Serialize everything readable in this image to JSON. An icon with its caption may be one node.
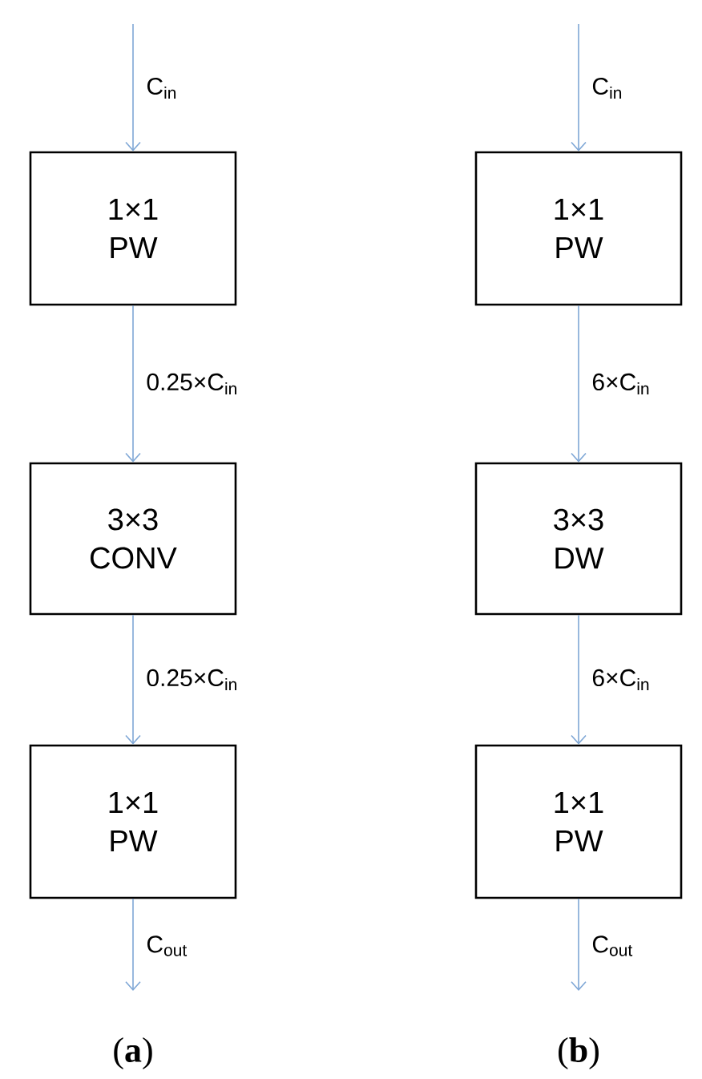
{
  "diagram": {
    "nodes": [
      {
        "text": [
          "1×1 PW"
        ]
      },
      {
        "text": [
          "3×3 CONV"
        ]
      },
      {
        "text": [
          "1×1 PW"
        ]
      },
      {
        "text": [
          "1×1 PW"
        ]
      },
      {
        "text": [
          "3×3 DW"
        ]
      },
      {
        "text": [
          "1×1 PW"
        ]
      }
    ],
    "edges": [
      {
        "from": null,
        "to": 0,
        "arrow": "to",
        "label": "C$_{in}$"
      },
      {
        "from": 0,
        "to": 1,
        "arrow": "to",
        "label": "0.25×C$_{in}$"
      },
      {
        "from": 1,
        "to": 2,
        "arrow": "to",
        "label": "0.25×C$_{in}$"
      },
      {
        "from": 2,
        "to": null,
        "arrow": "to",
        "label": "C$_{out}$"
      },
      {
        "from": null,
        "to": 3,
        "arrow": "to",
        "label": "C$_{in}$"
      },
      {
        "from": 3,
        "to": 4,
        "arrow": "to",
        "label": "6×C$_{in}$"
      },
      {
        "from": 4,
        "to": 5,
        "arrow": "to",
        "label": "6×C$_{in}$"
      },
      {
        "from": 5,
        "to": null,
        "arrow": "to",
        "label": "C$_{out}$"
      }
    ],
    "labels": [
      "(**a**)",
      "(**b**)"
    ]
  }
}
